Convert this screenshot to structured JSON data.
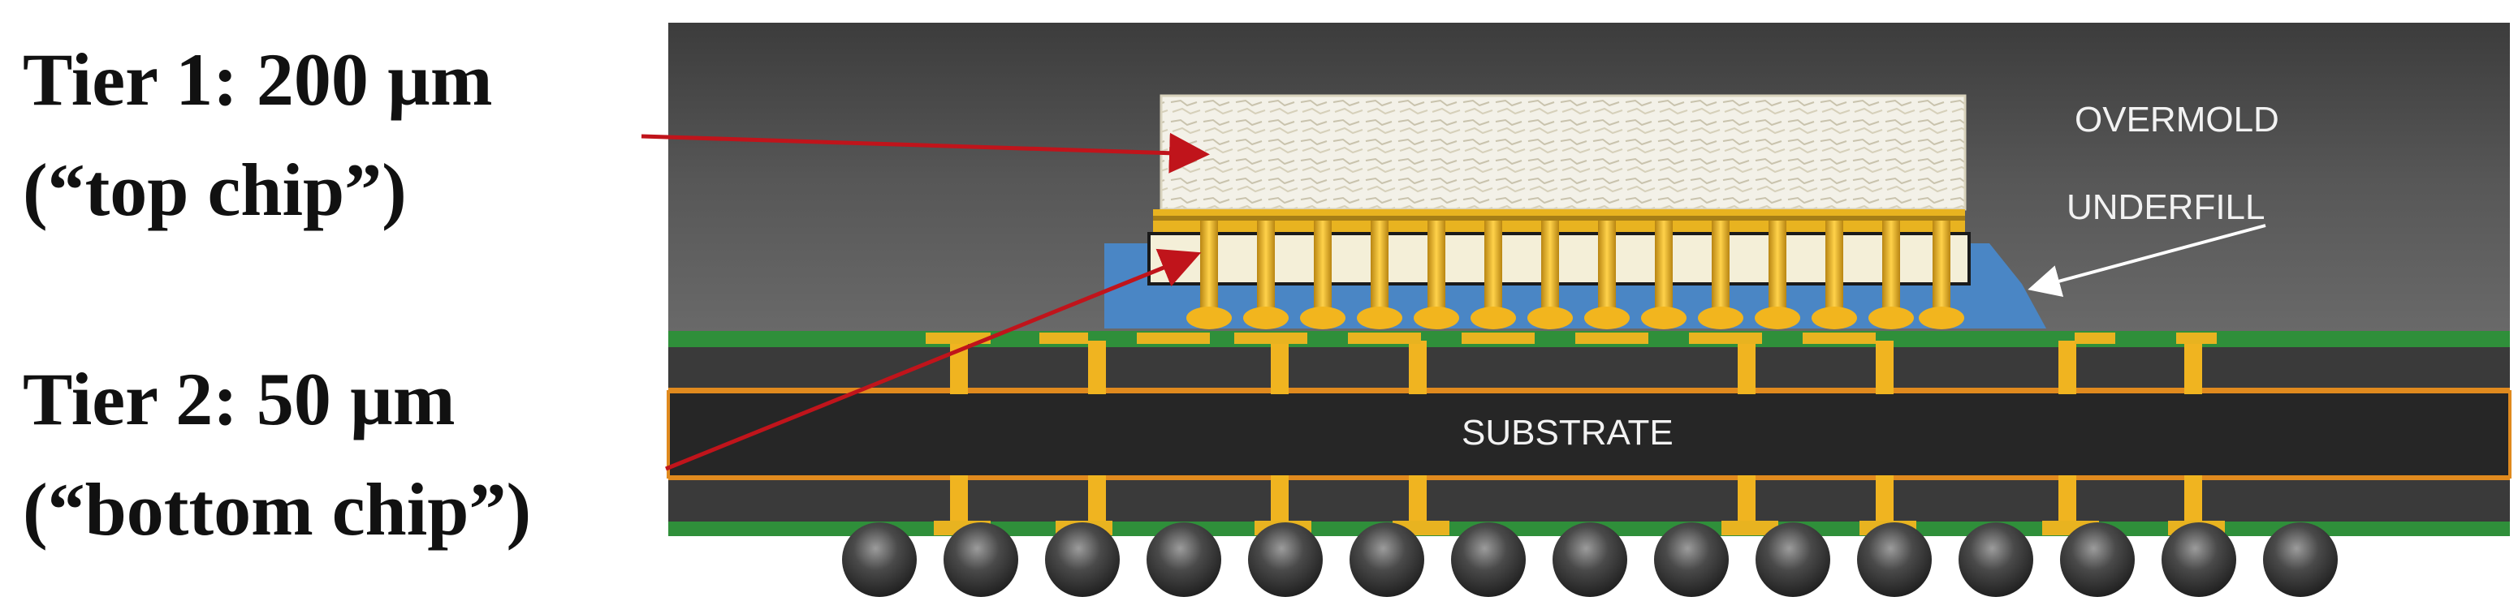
{
  "labels": {
    "tier1_line1": "Tier 1:  200 µm",
    "tier1_line2": "(“top chip”)",
    "tier2_line1": "Tier 2:  50 µm",
    "tier2_line2": "(“bottom chip”)"
  },
  "package": {
    "overmold": "OVERMOLD",
    "underfill": "UNDERFILL",
    "substrate": "SUBSTRATE"
  },
  "colors": {
    "overmold": "#4d4d4d",
    "substrate": "#2b2b2b",
    "copper": "#e8b320",
    "underfill": "#4a86c5",
    "soldermask": "#2f8f3a",
    "arrow": "#c0141b",
    "solder_ball": "#3a3a3a"
  },
  "counts": {
    "solder_balls": 15
  }
}
